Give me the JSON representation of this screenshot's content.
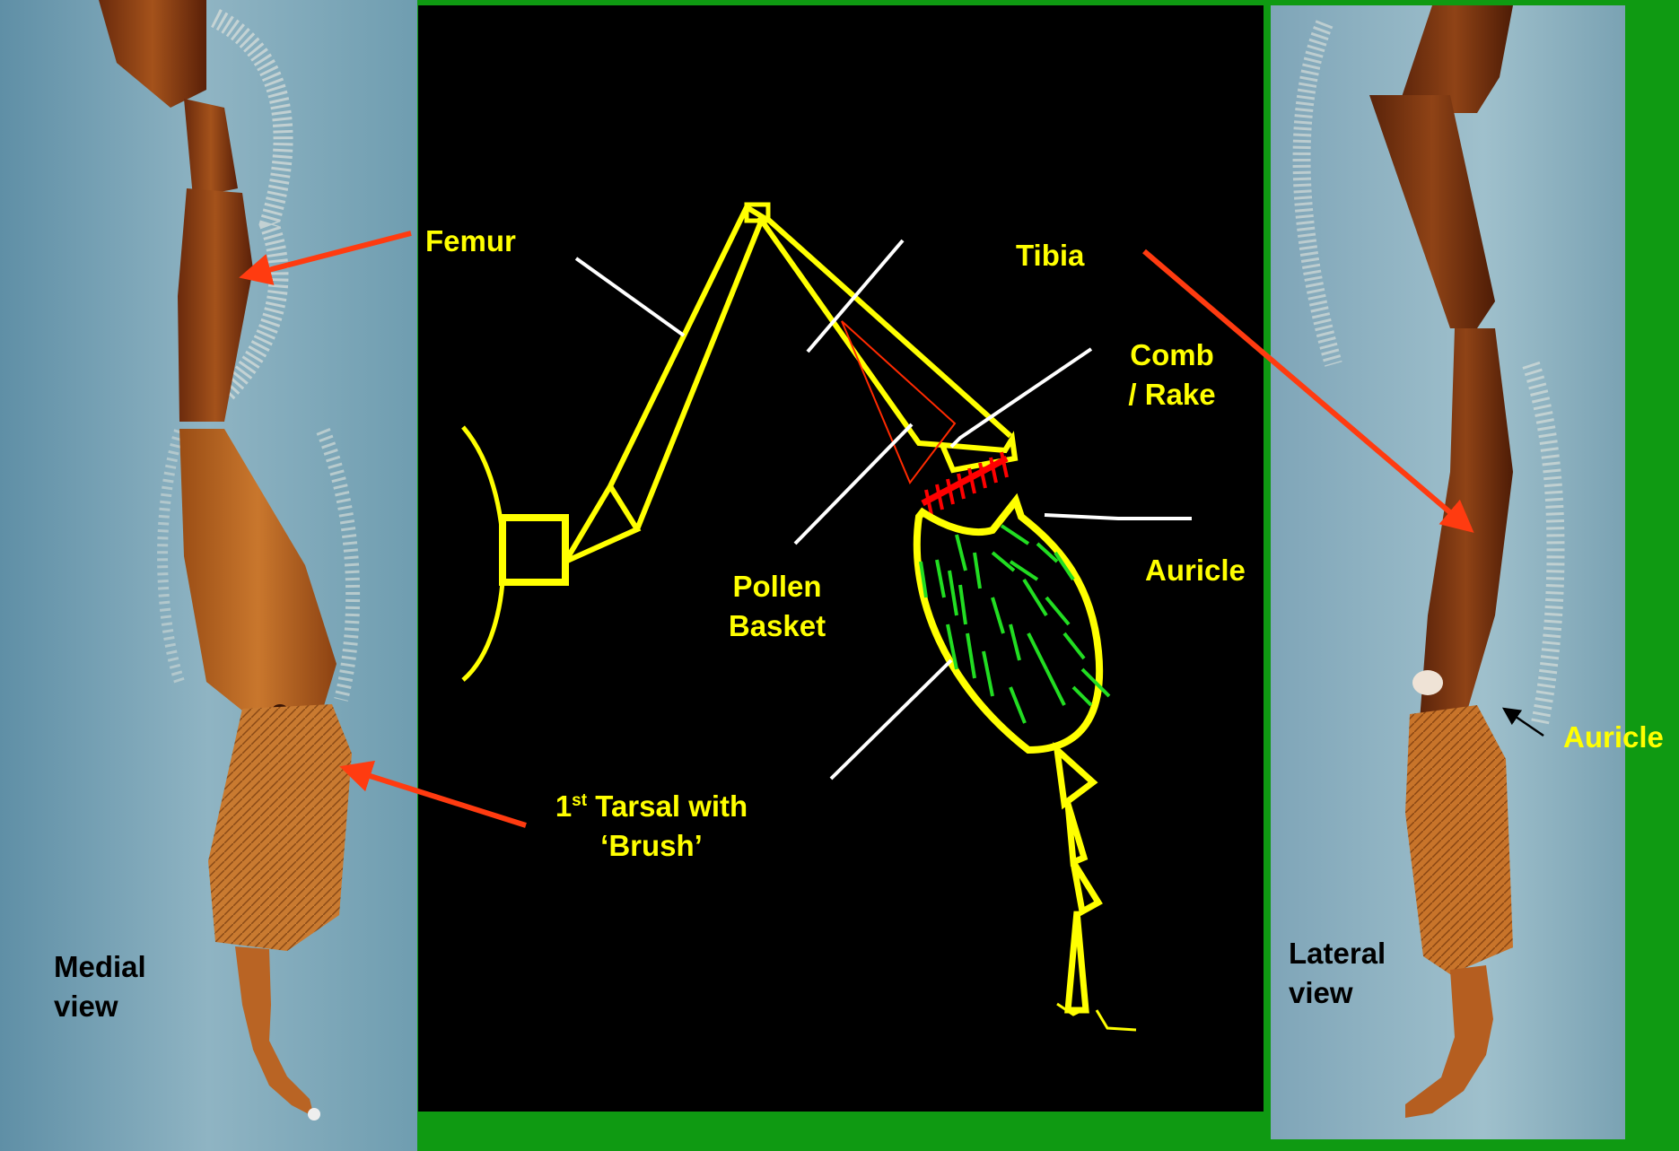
{
  "labels": {
    "femur": "Femur",
    "tibia": "Tibia",
    "comb_line1": "Comb",
    "comb_line2": "/ Rake",
    "pollen_line1": "Pollen",
    "pollen_line2": "Basket",
    "auricle_diagram": "Auricle",
    "auricle_photo": "Auricle",
    "tarsal_number": "1",
    "tarsal_sup": "st",
    "tarsal_rest": " Tarsal  with",
    "tarsal_line2": "‘Brush’",
    "medial_line1": "Medial",
    "medial_line2": "view",
    "lateral_line1": "Lateral",
    "lateral_line2": "view"
  },
  "colors": {
    "background": "#0f9a12",
    "diagram_background": "#000000",
    "outline": "#ffff00",
    "label_text": "#ffff00",
    "pointer_arrow": "#ff3b10",
    "comb_teeth": "#ff0000",
    "hairs": "#22dd22",
    "leader_lines": "#ffffff"
  }
}
